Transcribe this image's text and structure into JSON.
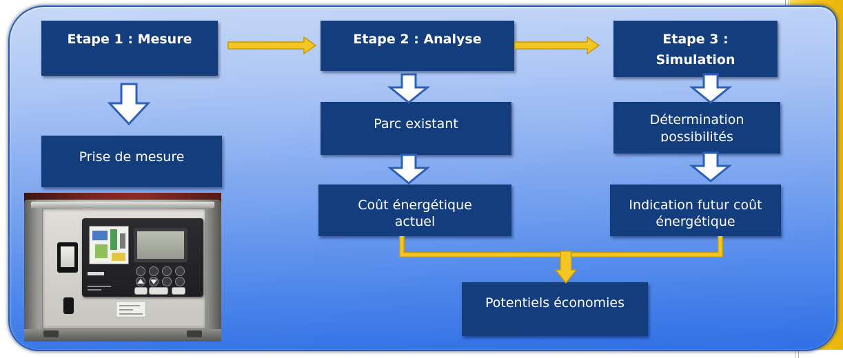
{
  "colors": {
    "panel_top": "#c7d8f6",
    "panel_bottom": "#2f6fe5",
    "panel_border": "#2a5cb4",
    "box": "#133d7c",
    "box_text": "#ffffff",
    "flow_arrow_fill": "#ffffff",
    "flow_arrow_outline": "#2c5fb6",
    "connector": "#f3c623",
    "connector_outline": "#c49a08",
    "side_accent": "#f3c21a"
  },
  "nodes": {
    "step1": {
      "lines": [
        "Etape 1 : Mesure"
      ]
    },
    "step2": {
      "lines": [
        "Etape 2 : Analyse"
      ]
    },
    "step3": {
      "lines": [
        "Etape 3 :",
        "Simulation"
      ]
    },
    "measurement": {
      "lines": [
        "Prise de mesure"
      ]
    },
    "existing_fleet": {
      "lines": [
        "Parc existant"
      ]
    },
    "current_cost": {
      "lines": [
        "Coût énergétique",
        "actuel"
      ]
    },
    "determination": {
      "lines": [
        "Détermination",
        "possibilités"
      ]
    },
    "future_cost": {
      "lines": [
        "Indication futur coût",
        "énergétique"
      ]
    },
    "savings": {
      "lines": [
        "Potentiels économies"
      ]
    }
  }
}
